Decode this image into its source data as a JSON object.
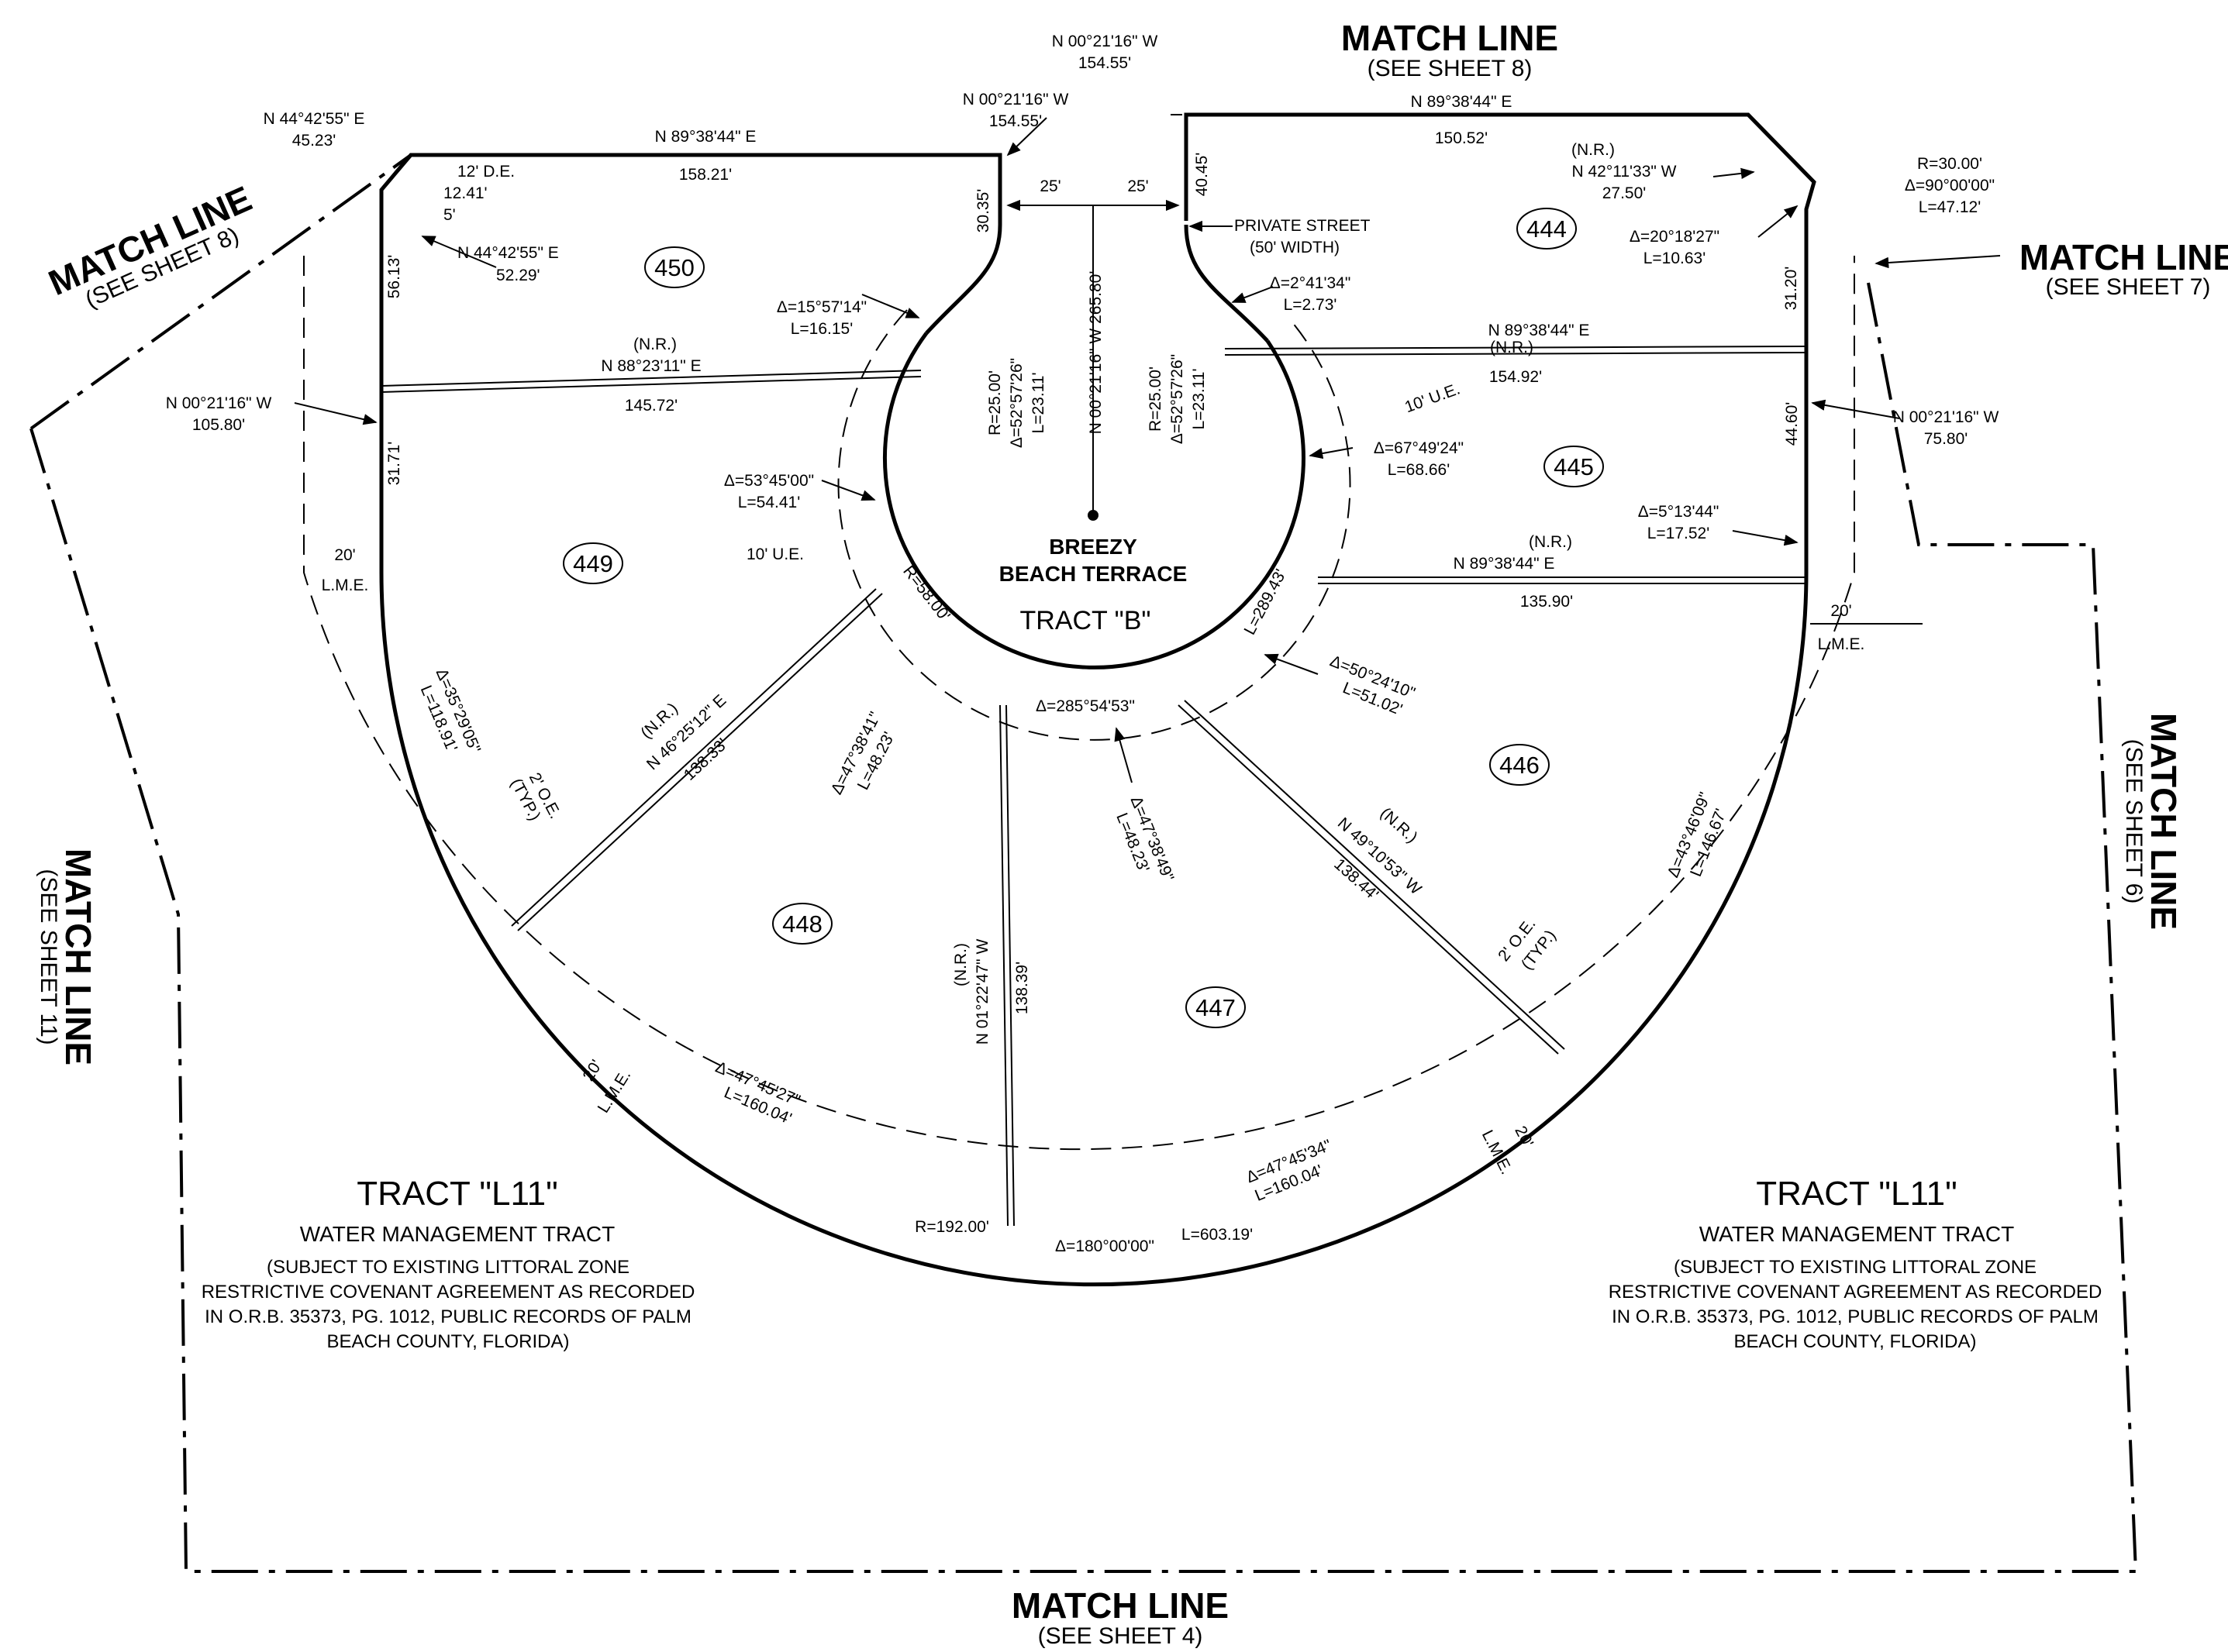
{
  "match_lines": {
    "top": {
      "title": "MATCH LINE",
      "sub": "(SEE SHEET 8)"
    },
    "upper_left": {
      "title": "MATCH LINE",
      "sub": "(SEE SHEET 8)"
    },
    "right_top": {
      "title": "MATCH LINE",
      "sub": "(SEE SHEET 7)"
    },
    "right_side": {
      "title": "MATCH LINE",
      "sub": "(SEE SHEET 6)"
    },
    "left_side": {
      "title": "MATCH LINE",
      "sub": "(SEE SHEET 11)"
    },
    "bottom": {
      "title": "MATCH LINE",
      "sub": "(SEE SHEET 4)"
    }
  },
  "center": {
    "name_line1": "BREEZY",
    "name_line2": "BEACH TERRACE",
    "tract": "TRACT \"B\""
  },
  "lots": [
    "444",
    "445",
    "446",
    "447",
    "448",
    "449",
    "450"
  ],
  "water_tract": {
    "title": "TRACT \"L11\"",
    "subtitle": "WATER MANAGEMENT TRACT",
    "note_lines": [
      "(SUBJECT TO EXISTING LITTORAL ZONE",
      "RESTRICTIVE COVENANT AGREEMENT AS RECORDED",
      "IN O.R.B. 35373, PG. 1012, PUBLIC RECORDS OF PALM",
      "BEACH COUNTY, FLORIDA)"
    ]
  },
  "annotations": {
    "a1": "N 44°42'55\" E",
    "a2": "45.23'",
    "a3": "N 89°38'44\" E",
    "a4": "158.21'",
    "a5": "N 00°21'16\" W",
    "a6": "154.55'",
    "a7": "N 00°21'16\" W",
    "a8": "154.55'",
    "a9": "N 89°38'44\" E",
    "a10": "150.52'",
    "a11": "12' D.E.",
    "a12": "12.41'",
    "a13": "5'",
    "a14": "N 44°42'55\" E",
    "a15": "52.29'",
    "a16": "30.35'",
    "a17": "25'",
    "a18": "25'",
    "a19": "40.45'",
    "a20": "PRIVATE STREET",
    "a21": "(50' WIDTH)",
    "a22": "(N.R.)",
    "a23": "N 42°11'33\" W",
    "a24": "27.50'",
    "a25": "R=30.00'",
    "a26": "Δ=90°00'00\"",
    "a27": "L=47.12'",
    "a28": "Δ=20°18'27\"",
    "a29": "L=10.63'",
    "a30": "31.20'",
    "a31": "56.13'",
    "a32": "Δ=15°57'14\"",
    "a33": "L=16.15'",
    "a34": "Δ=2°41'34\"",
    "a35": "L=2.73'",
    "a36": "(N.R.)",
    "a37": "N 88°23'11\" E",
    "a38": "145.72'",
    "a39": "(N.R.)",
    "a40": "N 89°38'44\" E",
    "a41": "154.92'",
    "a42": "N 00°21'16\" W",
    "a43": "105.80'",
    "a44": "R=25.00'",
    "a45": "Δ=52°57'26\"",
    "a46": "L=23.11'",
    "a47": "N 00°21'16\" W 265.80'",
    "a48": "R=25.00'",
    "a49": "Δ=52°57'26\"",
    "a50": "L=23.11'",
    "a51": "10' U.E.",
    "a52": "N 00°21'16\" W",
    "a53": "75.80'",
    "a54": "31.71'",
    "a55": "44.60'",
    "a56": "Δ=53°45'00\"",
    "a57": "L=54.41'",
    "a58": "Δ=67°49'24\"",
    "a59": "L=68.66'",
    "a60": "Δ=5°13'44\"",
    "a61": "L=17.52'",
    "a62": "20'",
    "a63": "L.M.E.",
    "a64": "10' U.E.",
    "a65": "(N.R.)",
    "a66": "N 89°38'44\" E",
    "a67": "135.90'",
    "a68": "R=58.00'",
    "a69": "L=289.43'",
    "a70": "20'",
    "a71": "L.M.E.",
    "a72": "Δ=285°54'53\"",
    "a73": "Δ=50°24'10\"",
    "a74": "L=51.02'",
    "a75": "Δ=35°29'05\"",
    "a76": "L=118.91'",
    "a77": "(N.R.)",
    "a78": "N 46°25'12\" E",
    "a79": "138.33'",
    "a80": "Δ=47°38'41\"",
    "a81": "L=48.23'",
    "a82": "Δ=47°38'49\"",
    "a83": "L=48.23'",
    "a84": "2' O.E.",
    "a85": "(TYP.)",
    "a86": "(N.R.)",
    "a87": "N 49°10'53\" W",
    "a88": "138.44'",
    "a89": "Δ=43°46'09\"",
    "a90": "L=146.67'",
    "a91": "(N.R.)",
    "a92": "N 01°22'47\" W",
    "a93": "138.39'",
    "a94": "2' O.E.",
    "a95": "(TYP.)",
    "a96": "20'",
    "a97": "L.M.E.",
    "a98": "Δ=47°45'27\"",
    "a99": "L=160.04'",
    "a100": "Δ=47°45'34\"",
    "a101": "L=160.04'",
    "a102": "20'",
    "a103": "L.M.E.",
    "a104": "R=192.00'",
    "a105": "Δ=180°00'00\"",
    "a106": "L=603.19'"
  }
}
